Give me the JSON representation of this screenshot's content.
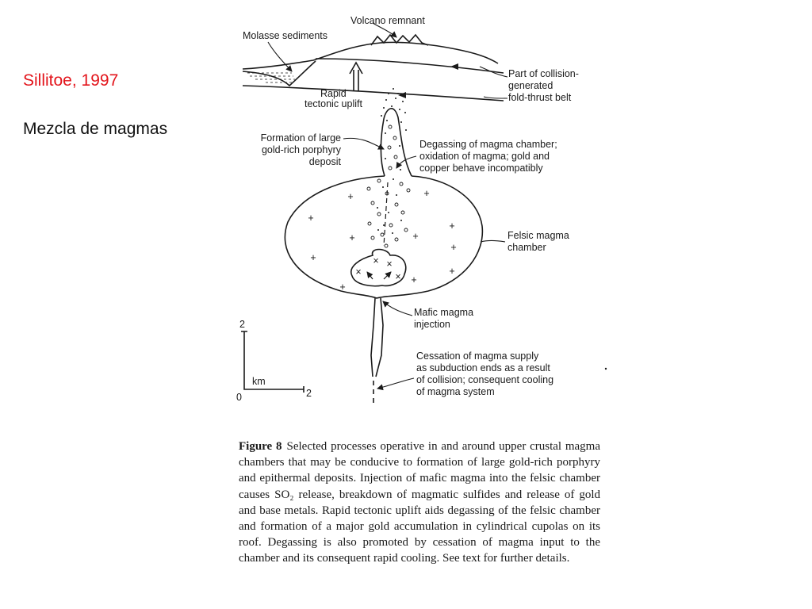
{
  "slide": {
    "reference": "Sillitoe, 1997",
    "subtitle": "Mezcla de magmas",
    "reference_color": "#e3141b"
  },
  "figure": {
    "labels": {
      "volcano": "Volcano remnant",
      "molasse": "Molasse sediments",
      "collision_1": "Part of collision-",
      "collision_2": "generated",
      "collision_3": "fold-thrust belt",
      "rapid_1": "Rapid",
      "rapid_2": "tectonic uplift",
      "formation_1": "Formation of large",
      "formation_2": "gold-rich porphyry",
      "formation_3": "deposit",
      "degassing_1": "Degassing of magma chamber;",
      "degassing_2": "oxidation of magma; gold and",
      "degassing_3": "copper behave incompatibly",
      "felsic_1": "Felsic magma",
      "felsic_2": "chamber",
      "mafic_1": "Mafic magma",
      "mafic_2": "injection",
      "cessation_1": "Cessation of magma supply",
      "cessation_2": "as subduction ends as a result",
      "cessation_3": "of collision; consequent cooling",
      "cessation_4": "of magma system"
    },
    "scale": {
      "unit": "km",
      "origin": "0",
      "x_max": "2",
      "y_max": "2"
    },
    "caption": {
      "label": "Figure 8",
      "text": "Selected processes operative in and around upper crustal magma chambers that may be conducive to formation of large gold-rich porphyry and epithermal deposits. Injection of mafic magma into the felsic chamber causes SO₂ release, breakdown of magmatic sulfides and release of gold and base metals. Rapid tectonic uplift aids degassing of the felsic chamber and formation of a major gold accumulation in cylindrical cupolas on its roof. Degassing is also promoted by cessation of magma input to the chamber and its consequent rapid cooling. See text for further details."
    }
  }
}
